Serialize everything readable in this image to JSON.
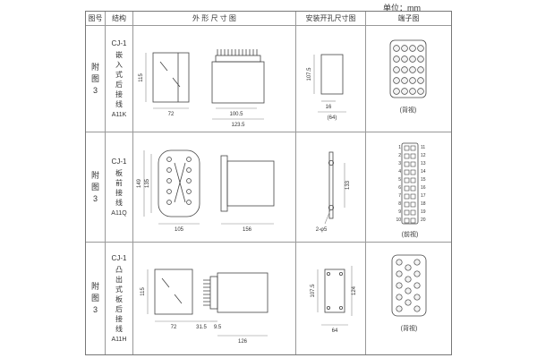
{
  "unit_label": "单位：mm",
  "table": {
    "headers": [
      "图号",
      "结构",
      "外 形 尺 寸 图",
      "安装开孔尺寸图",
      "端子图"
    ],
    "rows": [
      {
        "fig_no": "附图3",
        "structure": {
          "model": "CJ-1",
          "desc": "嵌入式后接线",
          "code": "A11K"
        },
        "outline": {
          "h": "115",
          "w": "72",
          "w1": "100.5",
          "w2": "123.5"
        },
        "mounting": {
          "h": "107.5",
          "a": "16",
          "b": "(64)"
        },
        "terminal": {
          "view": "(背视)"
        }
      },
      {
        "fig_no": "附图3",
        "structure": {
          "model": "CJ-1",
          "desc": "板前接线",
          "code": "A11Q"
        },
        "outline": {
          "h1": "149",
          "h2": "135",
          "w": "105",
          "len": "156"
        },
        "mounting": {
          "h": "133",
          "hole": "2-φ5"
        },
        "terminal": {
          "view": "(前视)",
          "nums_left": "1\n2\n3\n4\n5\n6\n7\n8\n9\n10",
          "nums_right": "11\n12\n13\n14\n15\n16\n17\n18\n19\n20"
        }
      },
      {
        "fig_no": "附图3",
        "structure": {
          "model": "CJ-1",
          "desc": "凸出式板后接线",
          "code": "A11H"
        },
        "outline": {
          "h": "115",
          "w": "72",
          "gap": "31.5",
          "pin": "9.5",
          "len": "126"
        },
        "mounting": {
          "h1": "107.5",
          "h2": "124",
          "w": "64"
        },
        "terminal": {
          "view": "(背视)"
        }
      }
    ]
  }
}
